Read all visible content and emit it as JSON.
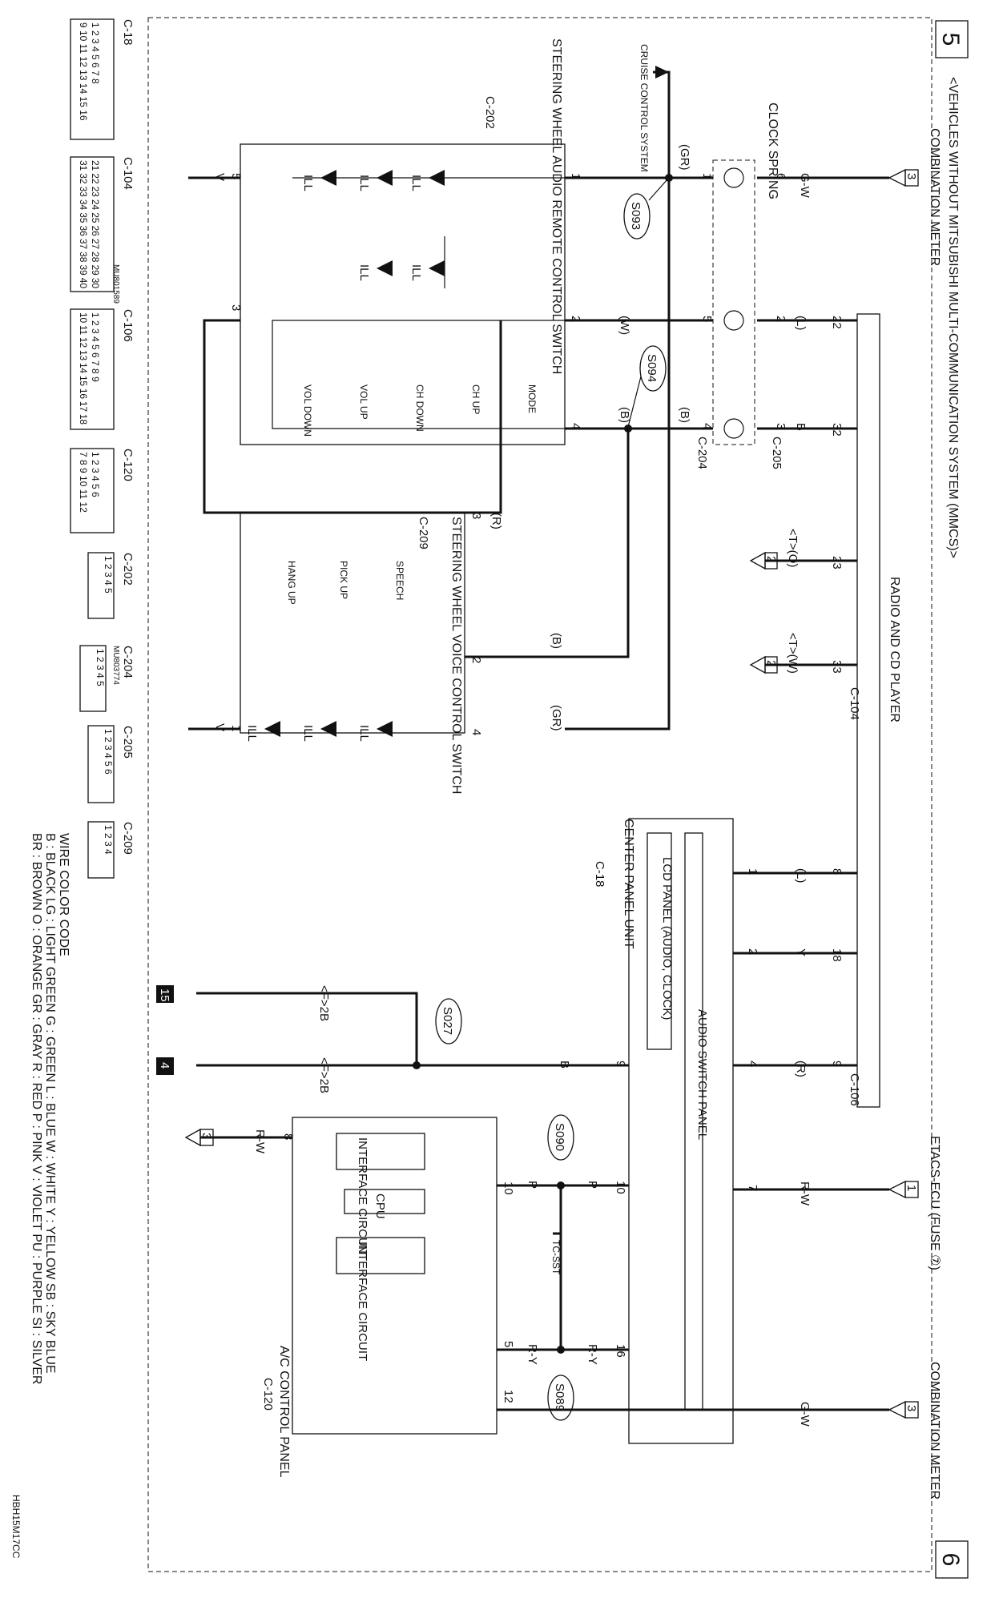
{
  "page": {
    "title": "<VEHICLES WITHOUT MITSUBISHI MULTI-COMMUNICATION SYSTEM (MMCS)>",
    "page_prev": "5",
    "page_next": "6",
    "figure_code": "HBH15M17CC"
  },
  "wire_color_code": {
    "title": "WIRE COLOR CODE",
    "line1": "B : BLACK   LG : LIGHT GREEN   G : GREEN   L : BLUE   W : WHITE   Y : YELLOW   SB : SKY BLUE",
    "line2": "BR : BROWN   O : ORANGE   GR : GRAY   R : RED   P : PINK   V : VIOLET   PU : PURPLE   SI : SILVER"
  },
  "connectors": [
    {
      "id": "C-18",
      "rows": [
        "1 2 3 4 5 6 7 8",
        "9 10 11 12 13 14 15 16"
      ]
    },
    {
      "id": "C-104",
      "rows": [
        "21 22 23 24 25 26 27 28 29 30",
        "31 32 33 34 35 36 37 38 39 40"
      ]
    },
    {
      "id": "C-106",
      "sub": "MU801589",
      "rows": [
        "1 2 3 4 5 6 7 8 9",
        "10 11 12 13 14 15 16 17 18"
      ]
    },
    {
      "id": "C-120",
      "rows": [
        "1 2 3 4 5 6",
        "7 8 9 10 11 12"
      ]
    },
    {
      "id": "C-202",
      "rows": [
        "1 2 3 4 5"
      ]
    },
    {
      "id": "C-204",
      "sub": "MU803774",
      "rows": [
        "1 2 3 4 5"
      ]
    },
    {
      "id": "C-205",
      "rows": [
        "1 2 3 4 5 6"
      ]
    },
    {
      "id": "C-209",
      "rows": [
        "1 2 3 4"
      ]
    }
  ],
  "components": {
    "combination_meter_top": "COMBINATION METER",
    "combination_meter_right": "COMBINATION METER",
    "clock_spring": "CLOCK SPRING",
    "cruise_control": "CRUISE CONTROL SYSTEM",
    "sw_audio_remote": "STEERING WHEEL AUDIO REMOTE CONTROL SWITCH",
    "sw_audio_remote_conn": "C-202",
    "sw_voice": "STEERING WHEEL VOICE CONTROL SWITCH",
    "sw_voice_conn": "C-209",
    "radio": "RADIO AND CD PLAYER",
    "center_panel": "CENTER PANEL UNIT",
    "center_panel_conn": "C-18",
    "lcd_panel": "LCD PANEL (AUDIO, CLOCK)",
    "audio_switch_panel": "AUDIO SWITCH PANEL",
    "etacs": "ETACS-ECU (FUSE ⑦)",
    "ac_panel": "A/C CONTROL PANEL",
    "ac_panel_conn": "C-120",
    "interface_circuit_1": "INTERFACE CIRCUIT",
    "cpu": "CPU",
    "interface_circuit_2": "INTERFACE CIRCUIT",
    "tc_sst": "TC-SST"
  },
  "switches": [
    "MODE",
    "CH UP",
    "CH DOWN",
    "VOL UP",
    "VOL DOWN",
    "SPEECH",
    "PICK UP",
    "HANG UP"
  ],
  "ill": "ILL",
  "splices": [
    "S093",
    "S094",
    "S027",
    "S090",
    "S089"
  ],
  "connector_refs": [
    "C-205",
    "C-204",
    "C-104",
    "C-106"
  ],
  "wires": {
    "gw": "G-W",
    "l": "(L)",
    "b": "B",
    "gr": "(GR)",
    "w": "(W)",
    "bp": "(B)",
    "r": "(R)",
    "v": "V",
    "y": "Y",
    "p": "P",
    "ry": "R-Y",
    "rw": "R-W",
    "t_o": "<T>(O)",
    "t_w": "<T>(W)",
    "f2b": "<F>2B"
  },
  "refs": {
    "ref3": "3",
    "ref1": "1",
    "ref2": "2",
    "ref15": "15",
    "ref4": "4"
  },
  "pins": {
    "p1": "1",
    "p2": "2",
    "p3": "3",
    "p4": "4",
    "p5": "5",
    "p6": "6",
    "p7": "7",
    "p8": "8",
    "p9": "9",
    "p10": "10",
    "p12": "12",
    "p16": "16",
    "p18": "18",
    "p22": "22",
    "p23": "23",
    "p32": "32",
    "p33": "33"
  }
}
